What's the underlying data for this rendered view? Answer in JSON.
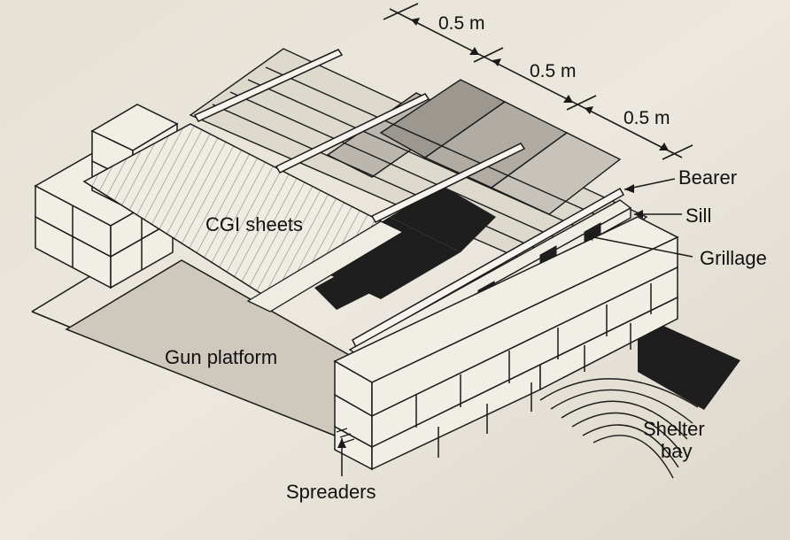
{
  "labels": {
    "dimension_1": "0.5 m",
    "dimension_2": "0.5 m",
    "dimension_3": "0.5 m",
    "bearer": "Bearer",
    "sill": "Sill",
    "grillage": "Grillage",
    "cgi_sheets": "CGI sheets",
    "gun_platform": "Gun platform",
    "shelter": "Shelter",
    "bay": "bay",
    "spreaders": "Spreaders"
  },
  "colors": {
    "paper": "#e8e3d8",
    "sandbag": "#f1eee6",
    "line": "#1a1a1a",
    "gun_platform": "#cfc9bd",
    "dark_void": "#1e1e1e",
    "timber_shade": "#9c978f"
  }
}
